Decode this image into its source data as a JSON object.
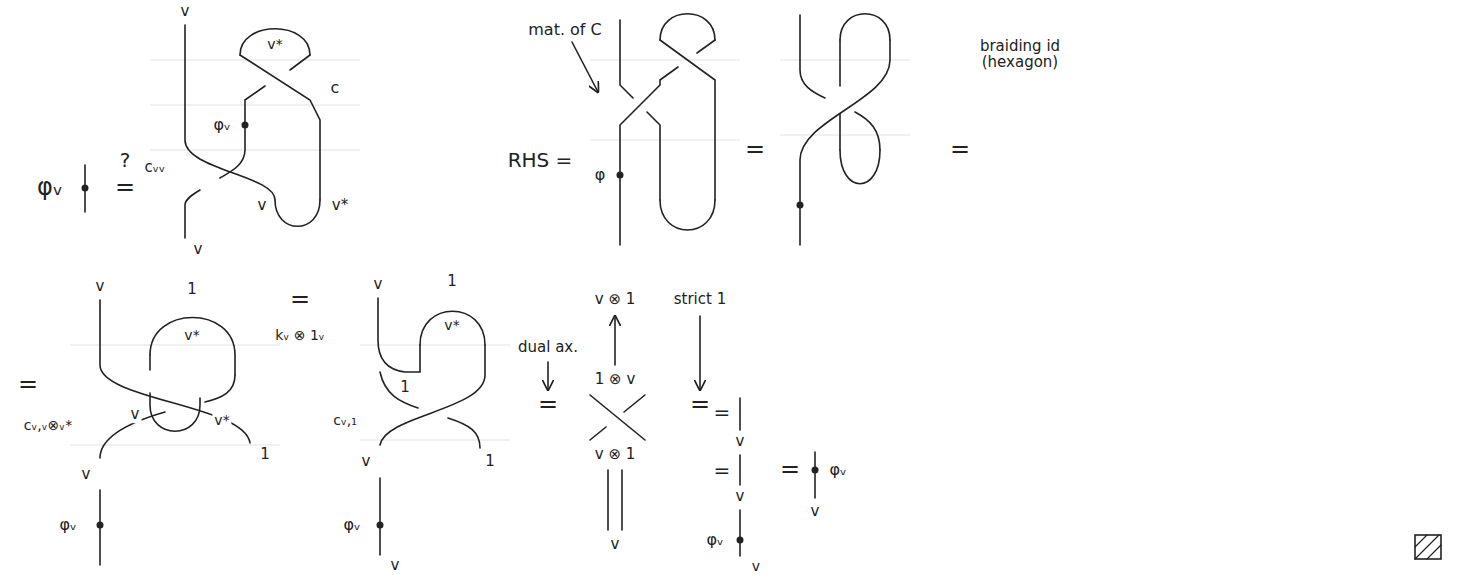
{
  "diagram": {
    "labels": [
      "φᵥ",
      "?",
      "=",
      "v",
      "v*",
      "c",
      "φᵥ",
      "cᵥᵥ",
      "v",
      "v*",
      "v",
      "mat. of C",
      "RHS =",
      "φ",
      "=",
      "braiding id (hexagon)",
      "=",
      "=",
      "cᵥ,ᵥ⊗ᵥ*",
      "v",
      "1",
      "v*",
      "v",
      "v*",
      "v",
      "φᵥ",
      "1",
      "=",
      "kᵥ ⊗ 1ᵥ",
      "v",
      "1",
      "v*",
      "1",
      "cᵥ,₁",
      "v",
      "1",
      "φᵥ",
      "v",
      "dual ax.",
      "=",
      "v ⊗ 1",
      "1 ⊗ v",
      "v ⊗ 1",
      "v",
      "strict 1",
      "=",
      "=",
      "v",
      "=",
      "v",
      "φᵥ",
      "v",
      "=",
      "φᵥ",
      "v"
    ]
  }
}
